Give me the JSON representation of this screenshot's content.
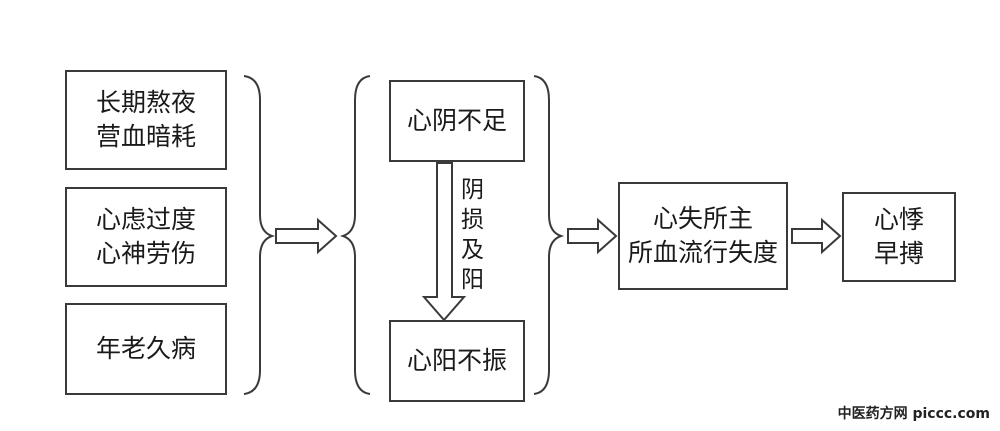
{
  "causes": [
    {
      "lines": [
        "长期熬夜",
        "营血暗耗"
      ]
    },
    {
      "lines": [
        "心虑过度",
        "心神劳伤"
      ]
    },
    {
      "lines": [
        "年老久病"
      ]
    }
  ],
  "yin_box": "心阴不足",
  "yang_box": "心阳不振",
  "transition_label": [
    "阴",
    "损",
    "及",
    "阳"
  ],
  "result_box": [
    "心失所主",
    "所血流行失度"
  ],
  "final_box": [
    "心悸",
    "早搏"
  ],
  "watermark": "中医药方网 piccc.com",
  "colors": {
    "line": "#3a3a3a",
    "text": "#1a1a1a",
    "background": "#ffffff"
  }
}
